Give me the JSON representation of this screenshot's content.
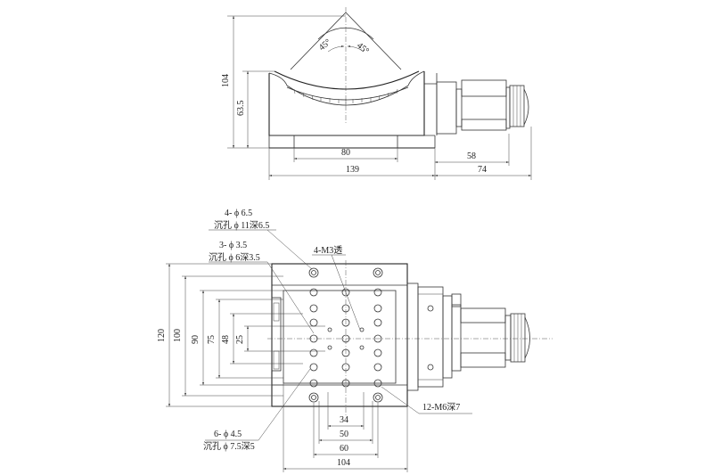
{
  "top_view": {
    "angle_left": "45°",
    "angle_right": "45°",
    "dim_height_total": "104",
    "dim_height_inner": "63.5",
    "dim_base_inner": "80",
    "dim_base_total": "139",
    "dim_micrometer_58": "58",
    "dim_micrometer_74": "74"
  },
  "bottom_view": {
    "note1_line1": "4- ϕ 6.5",
    "note1_line2": "沉孔 ϕ 11深6.5",
    "note2_line1": "3- ϕ 3.5",
    "note2_line2": "沉孔 ϕ 6深3.5",
    "note3": "4-M3透",
    "note4": "12-M6深7",
    "note5_line1": "6- ϕ 4.5",
    "note5_line2": "沉孔 ϕ 7.5深5",
    "dim_v_120": "120",
    "dim_v_100": "100",
    "dim_v_90": "90",
    "dim_v_75": "75",
    "dim_v_48": "48",
    "dim_v_25": "25",
    "dim_h_34": "34",
    "dim_h_50": "50",
    "dim_h_60": "60",
    "dim_h_104": "104"
  }
}
